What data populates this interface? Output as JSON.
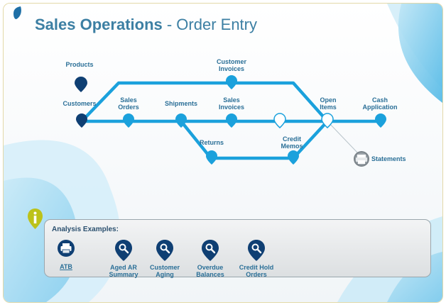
{
  "header": {
    "title_strong": "Sales Operations",
    "title_rest": " - Order Entry"
  },
  "process_map": {
    "nodes": {
      "products": "Products",
      "customers": "Customers",
      "sales_orders": "Sales\nOrders",
      "shipments": "Shipments",
      "customer_invoices": "Customer\nInvoices",
      "sales_invoices": "Sales\nInvoices",
      "returns": "Returns",
      "credit_memos": "Credit\nMemos",
      "open_items": "Open\nItems",
      "cash_application": "Cash\nApplication",
      "statements": "Statements"
    }
  },
  "analysis": {
    "title": "Analysis Examples:",
    "items": [
      {
        "id": "atb",
        "label": "ATB",
        "icon": "printer-icon"
      },
      {
        "id": "aged-ar-summary",
        "label": "Aged AR\nSummary",
        "icon": "magnifier-icon"
      },
      {
        "id": "customer-aging",
        "label": "Customer\nAging",
        "icon": "magnifier-icon"
      },
      {
        "id": "overdue-balances",
        "label": "Overdue\nBalances",
        "icon": "magnifier-icon"
      },
      {
        "id": "credit-hold-orders",
        "label": "Credit Hold\nOrders",
        "icon": "magnifier-icon"
      }
    ]
  },
  "colors": {
    "line": "#1ba1dc",
    "pin_dark": "#0f3f73",
    "title": "#3c7fa3",
    "label": "#2a6f97"
  }
}
